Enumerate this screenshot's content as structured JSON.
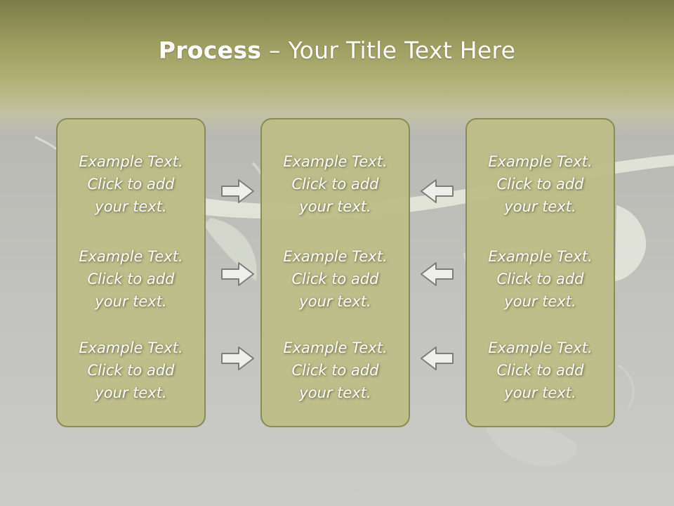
{
  "title": {
    "bold": "Process",
    "rest": " – Your Title Text Here"
  },
  "panels": [
    {
      "items": [
        {
          "line1": "Example Text.",
          "line2": "Click  to add",
          "line3": "your text."
        },
        {
          "line1": "Example Text.",
          "line2": "Click  to add",
          "line3": "your text."
        },
        {
          "line1": "Example Text.",
          "line2": "Click  to add",
          "line3": "your text."
        }
      ]
    },
    {
      "items": [
        {
          "line1": "Example Text.",
          "line2": "Click  to add",
          "line3": "your text."
        },
        {
          "line1": "Example Text.",
          "line2": "Click  to add",
          "line3": "your text."
        },
        {
          "line1": "Example Text.",
          "line2": "Click  to add",
          "line3": "your text."
        }
      ]
    },
    {
      "items": [
        {
          "line1": "Example Text.",
          "line2": "Click  to add",
          "line3": "your text."
        },
        {
          "line1": "Example Text.",
          "line2": "Click  to add",
          "line3": "your text."
        },
        {
          "line1": "Example Text.",
          "line2": "Click  to add",
          "line3": "your text."
        }
      ]
    }
  ],
  "arrows": {
    "left_column": [
      "arrow-right-icon",
      "arrow-right-icon",
      "arrow-right-icon"
    ],
    "right_column": [
      "arrow-left-icon",
      "arrow-left-icon",
      "arrow-left-icon"
    ]
  },
  "colors": {
    "panel_fill": "#bdbe88",
    "panel_border": "#8a8a55",
    "title_text": "#ffffff",
    "header_band": "#9c9c5e",
    "background": "#c4c5c0"
  }
}
